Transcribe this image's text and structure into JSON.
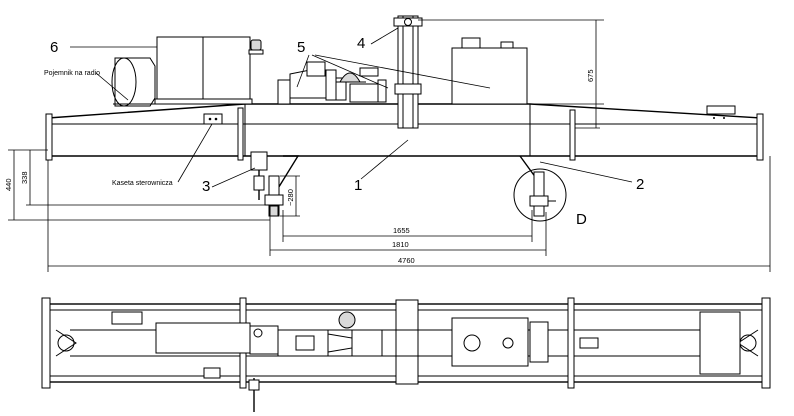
{
  "callouts": {
    "n1": "1",
    "n2": "2",
    "n3": "3",
    "n4": "4",
    "n5": "5",
    "n6": "6",
    "detail": "D"
  },
  "labels": {
    "radio_container": "Pojemnik na radio",
    "control_box": "Kaseta sterownicza"
  },
  "dimensions": {
    "d675": "675",
    "d440": "440",
    "d338": "338",
    "d280": "~280",
    "d1655": "1655",
    "d1810": "1810",
    "d4760": "4760"
  }
}
